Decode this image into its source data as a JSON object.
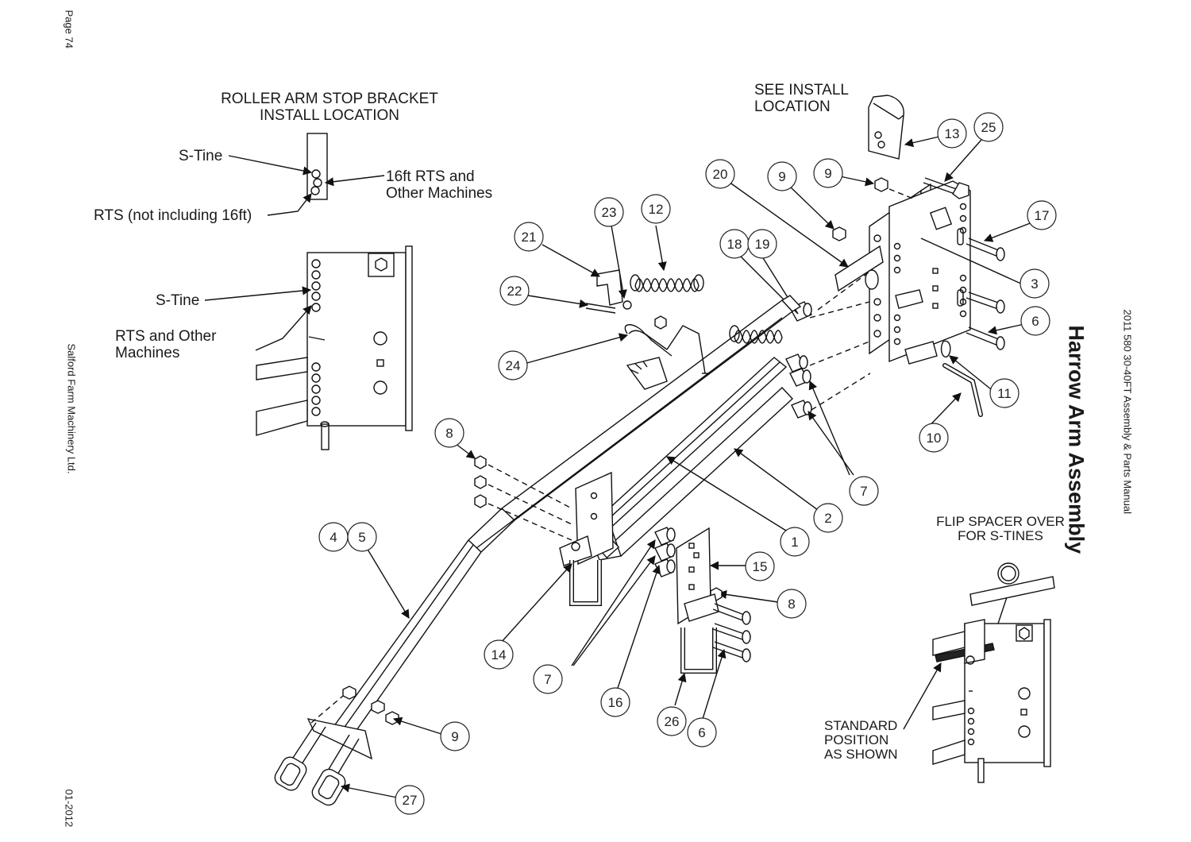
{
  "page": {
    "page_number": "Page 74",
    "company": "Salford Farm Machinery Ltd.",
    "date": "01-2012",
    "manual": "2011 580 30-40FT Assembly & Parts Manual",
    "title": "Harrow Arm Assembly"
  },
  "inset_stop_bracket": {
    "heading_line1": "ROLLER ARM STOP BRACKET",
    "heading_line2": "INSTALL LOCATION",
    "label_s_tine": "S-Tine",
    "label_16ft_line1": "16ft RTS and",
    "label_16ft_line2": "Other Machines",
    "label_rts": "RTS (not including 16ft)"
  },
  "inset_bracket": {
    "label_s_tine": "S-Tine",
    "label_rts_line1": "RTS and Other",
    "label_rts_line2": "Machines"
  },
  "inset_install": {
    "line1": "SEE INSTALL",
    "line2": "LOCATION"
  },
  "inset_spacer": {
    "heading_line1": "FLIP SPACER OVER",
    "heading_line2": "FOR S-TINES",
    "note_line1": "STANDARD",
    "note_line2": "POSITION",
    "note_line3": "AS SHOWN"
  },
  "callouts": [
    "1",
    "2",
    "3",
    "4",
    "5",
    "6",
    "6",
    "7",
    "7",
    "8",
    "8",
    "9",
    "9",
    "9",
    "10",
    "11",
    "12",
    "13",
    "14",
    "15",
    "16",
    "17",
    "18",
    "19",
    "20",
    "21",
    "22",
    "23",
    "24",
    "25",
    "26",
    "27"
  ]
}
